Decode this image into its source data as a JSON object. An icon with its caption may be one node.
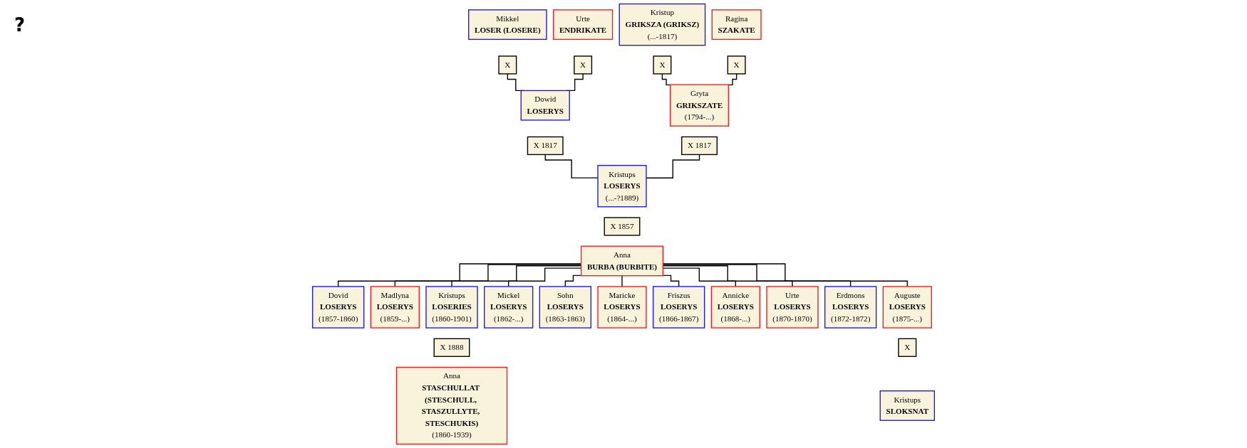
{
  "diagram": {
    "nodes": [
      {
        "text": [
          "Mikkel",
          "LOSER (LOSERE)"
        ]
      },
      {
        "text": [
          "X"
        ]
      },
      {
        "text": [
          "Urte",
          "ENDRIKATE"
        ]
      },
      {
        "text": [
          "X"
        ]
      },
      {
        "text": [
          "Kristup",
          "GRIKSZA (GRIKSZ)",
          "(...-1817)"
        ]
      },
      {
        "text": [
          "X"
        ]
      },
      {
        "text": [
          "Ragina",
          "SZAKATE"
        ]
      },
      {
        "text": [
          "X"
        ]
      },
      {
        "text": [
          "Dowid",
          "LOSERYS"
        ]
      },
      {
        "text": [
          "X 1817"
        ]
      },
      {
        "text": [
          "Gryta",
          "GRIKSZATE",
          "(1794-...)"
        ]
      },
      {
        "text": [
          "X 1817"
        ]
      },
      {
        "text": [
          "Kristups",
          "LOSERYS",
          "(...-?1889)"
        ]
      },
      {
        "text": [
          "X 1857"
        ]
      },
      {
        "text": [
          "Anna",
          "BURBA (BURBITE)"
        ]
      },
      {
        "text": [
          "Dovid",
          "LOSERYS",
          "(1857-1860)"
        ]
      },
      {
        "text": [
          "Madlyna",
          "LOSERYS",
          "(1859-...)"
        ]
      },
      {
        "text": [
          "Kristups",
          "LOSERIES",
          "(1860-1901)"
        ]
      },
      {
        "text": [
          "X 1888"
        ]
      },
      {
        "text": [
          "Anna",
          "STASCHULLAT (STESCHULL, STASZULLYTE, STESCHUKIS)",
          "(1860-1939)"
        ]
      },
      {
        "text": [
          "Mickel",
          "LOSERYS",
          "(1862-...)"
        ]
      },
      {
        "text": [
          "Sohn",
          "LOSERYS",
          "(1863-1863)"
        ]
      },
      {
        "text": [
          "Maricke",
          "LOSERYS",
          "(1864-...)"
        ]
      },
      {
        "text": [
          "Friszus",
          "LOSERYS",
          "(1866-1867)"
        ]
      },
      {
        "text": [
          "Annicke",
          "LOSERYS",
          "(1868-...)"
        ]
      },
      {
        "text": [
          "Urte",
          "LOSERYS",
          "(1870-1870)"
        ]
      },
      {
        "text": [
          "Erdmons",
          "LOSERYS",
          "(1872-1872)"
        ]
      },
      {
        "text": [
          "Auguste",
          "LOSERYS",
          "(1875-...)"
        ]
      },
      {
        "text": [
          "X"
        ]
      },
      {
        "text": [
          "Kristups",
          "SLOKSNAT"
        ]
      }
    ],
    "edges": [
      {
        "from": 1,
        "to": 8,
        "arrow": "none"
      },
      {
        "from": 3,
        "to": 8,
        "arrow": "none"
      },
      {
        "from": 5,
        "to": 10,
        "arrow": "none"
      },
      {
        "from": 7,
        "to": 10,
        "arrow": "none"
      },
      {
        "from": 9,
        "to": 12,
        "arrow": "none"
      },
      {
        "from": 11,
        "to": 12,
        "arrow": "none"
      },
      {
        "from": 14,
        "to": 15,
        "arrow": "none"
      },
      {
        "from": 14,
        "to": 16,
        "arrow": "none"
      },
      {
        "from": 14,
        "to": 17,
        "arrow": "none"
      },
      {
        "from": 14,
        "to": 20,
        "arrow": "none"
      },
      {
        "from": 14,
        "to": 21,
        "arrow": "none"
      },
      {
        "from": 14,
        "to": 22,
        "arrow": "none"
      },
      {
        "from": 14,
        "to": 23,
        "arrow": "none"
      },
      {
        "from": 14,
        "to": 24,
        "arrow": "none"
      },
      {
        "from": 14,
        "to": 25,
        "arrow": "none"
      },
      {
        "from": 14,
        "to": 26,
        "arrow": "none"
      },
      {
        "from": 14,
        "to": 27,
        "arrow": "none"
      }
    ],
    "labels": [
      "?"
    ]
  }
}
